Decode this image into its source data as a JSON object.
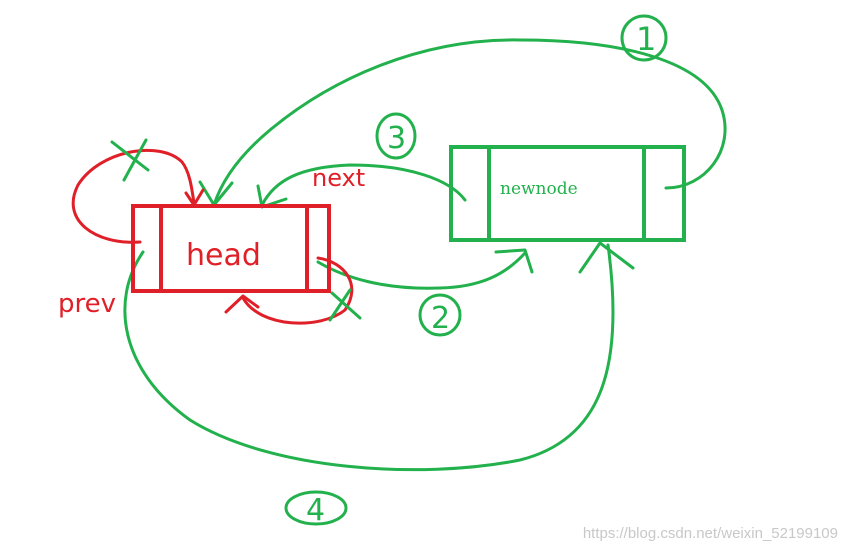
{
  "nodes": {
    "head": {
      "label": "head"
    },
    "newnode": {
      "label": "newnode"
    }
  },
  "pointer_labels": {
    "next": "next",
    "prev": "prev"
  },
  "steps": [
    "1",
    "2",
    "3",
    "4"
  ],
  "watermark": "https://blog.csdn.net/weixin_52199109",
  "colors": {
    "red": "#e02028",
    "green": "#22b14c",
    "watermark": "#c8c8c8"
  }
}
